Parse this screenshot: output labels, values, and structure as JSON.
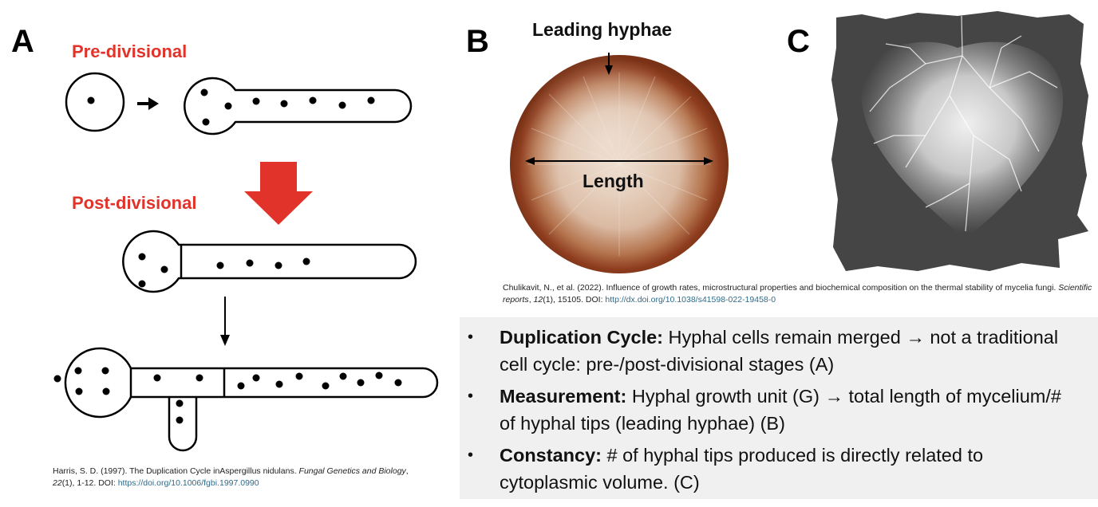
{
  "panels": {
    "a": {
      "letter": "A",
      "pre_label": "Pre-divisional",
      "post_label": "Post-divisional",
      "citation": {
        "prefix": "Harris, S. D. (1997). The Duplication Cycle inAspergillus nidulans. ",
        "journal": "Fungal Genetics and Biology",
        "volume": "22",
        "rest": "(1), 1-12. DOI: ",
        "doi": "https://doi.org/10.1006/fgbi.1997.0990"
      }
    },
    "b": {
      "letter": "B",
      "leading_label": "Leading hyphae",
      "length_label": "Length"
    },
    "c": {
      "letter": "C"
    },
    "bc_citation": {
      "prefix": "Chulikavit, N., et al. (2022). Influence of growth rates, microstructural properties and biochemical composition on the thermal stability of mycelia fungi. ",
      "journal": "Scientific reports",
      "volume": "12",
      "rest": "(1), 15105. DOI: ",
      "doi": "http://dx.doi.org/10.1038/s41598-022-19458-0"
    }
  },
  "bullets": [
    {
      "term": "Duplication Cycle:",
      "text": " Hyphal cells remain merged → not a traditional cell cycle: pre-/post-divisional stages (A)"
    },
    {
      "term": "Measurement:",
      "text": " Hyphal growth unit (G) → total length of mycelium/# of hyphal tips (leading hyphae) (B)"
    },
    {
      "term": "Constancy:",
      "text": " # of hyphal tips produced is directly related to cytoplasmic volume. (C)"
    }
  ],
  "colors": {
    "accent_red": "#e2332a",
    "petri_brown": "#8f3e1f",
    "bullet_box": "#f0f0f0"
  }
}
